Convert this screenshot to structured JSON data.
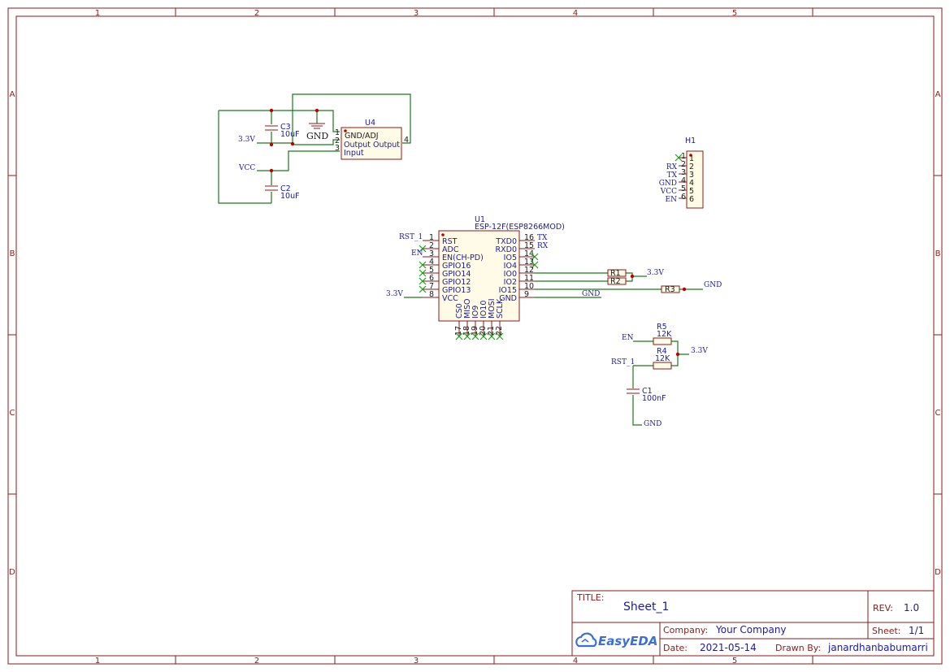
{
  "sheet": {
    "zones_cols": [
      "1",
      "2",
      "3",
      "4",
      "5"
    ],
    "zones_rows": [
      "A",
      "B",
      "C",
      "D"
    ]
  },
  "components": {
    "u4": {
      "ref": "U4",
      "pins": [
        {
          "num": "1",
          "name": "GND/ADJ"
        },
        {
          "num": "2",
          "name": "Output Output"
        },
        {
          "num": "3",
          "name": "Input"
        },
        {
          "num": "4",
          "name": ""
        }
      ],
      "gnd_label": "GND"
    },
    "c3": {
      "ref": "C3",
      "value": "10uF"
    },
    "c2": {
      "ref": "C2",
      "value": "10uF"
    },
    "c1": {
      "ref": "C1",
      "value": "100nF"
    },
    "r5": {
      "ref": "R5",
      "value": "12K"
    },
    "r4": {
      "ref": "R4",
      "value": "12K"
    },
    "r1": {
      "ref": "R1"
    },
    "r2": {
      "ref": "R2"
    },
    "r3": {
      "ref": "R3"
    },
    "h1": {
      "ref": "H1",
      "pins": [
        {
          "num": "1",
          "net": ""
        },
        {
          "num": "2",
          "net": "RX"
        },
        {
          "num": "3",
          "net": "TX"
        },
        {
          "num": "4",
          "net": "GND"
        },
        {
          "num": "5",
          "net": "VCC"
        },
        {
          "num": "6",
          "net": "EN"
        }
      ]
    },
    "u1": {
      "ref": "U1",
      "part": "ESP-12F(ESP8266MOD)",
      "left_pins": [
        {
          "num": "1",
          "name": "RST"
        },
        {
          "num": "2",
          "name": "ADC"
        },
        {
          "num": "3",
          "name": "EN(CH-PD)"
        },
        {
          "num": "4",
          "name": "GPIO16"
        },
        {
          "num": "5",
          "name": "GPIO14"
        },
        {
          "num": "6",
          "name": "GPIO12"
        },
        {
          "num": "7",
          "name": "GPIO13"
        },
        {
          "num": "8",
          "name": "VCC"
        }
      ],
      "right_pins": [
        {
          "num": "16",
          "name": "TXD0"
        },
        {
          "num": "15",
          "name": "RXD0"
        },
        {
          "num": "14",
          "name": "IO5"
        },
        {
          "num": "13",
          "name": "IO4"
        },
        {
          "num": "12",
          "name": "IO0"
        },
        {
          "num": "11",
          "name": "IO2"
        },
        {
          "num": "10",
          "name": "IO15"
        },
        {
          "num": "9",
          "name": "GND"
        }
      ],
      "bottom_pins": [
        {
          "num": "17",
          "name": "CS0"
        },
        {
          "num": "18",
          "name": "MISO"
        },
        {
          "num": "19",
          "name": "IO9"
        },
        {
          "num": "20",
          "name": "IO10"
        },
        {
          "num": "21",
          "name": "MOSI"
        },
        {
          "num": "22",
          "name": "SCLK"
        }
      ]
    }
  },
  "nets": {
    "v33_reg": "3.3V",
    "vcc_reg": "VCC",
    "rst_u1": "RST_1",
    "en_u1": "EN",
    "v33_u1": "3.3V",
    "tx": "TX",
    "rx": "RX",
    "v33_r12": "3.3V",
    "gnd_r3": "GND",
    "gnd_u1": "GND",
    "en_r5": "EN",
    "v33_r45": "3.3V",
    "rst_r4": "RST_1",
    "gnd_c1": "GND"
  },
  "title_block": {
    "title_label": "TITLE:",
    "title": "Sheet_1",
    "rev_label": "REV:",
    "rev": "1.0",
    "company_label": "Company:",
    "company": "Your Company",
    "sheet_label": "Sheet:",
    "sheet": "1/1",
    "date_label": "Date:",
    "date": "2021-05-14",
    "drawn_label": "Drawn By:",
    "drawn": "janardhanbabumarri",
    "logo": "EasyEDA"
  },
  "colors": {
    "frame": "#8b1a1a",
    "wire": "#1a7a1a",
    "pin_name": "#1a1aa0",
    "junction": "#c00000",
    "logo": "#3b6fd6"
  }
}
